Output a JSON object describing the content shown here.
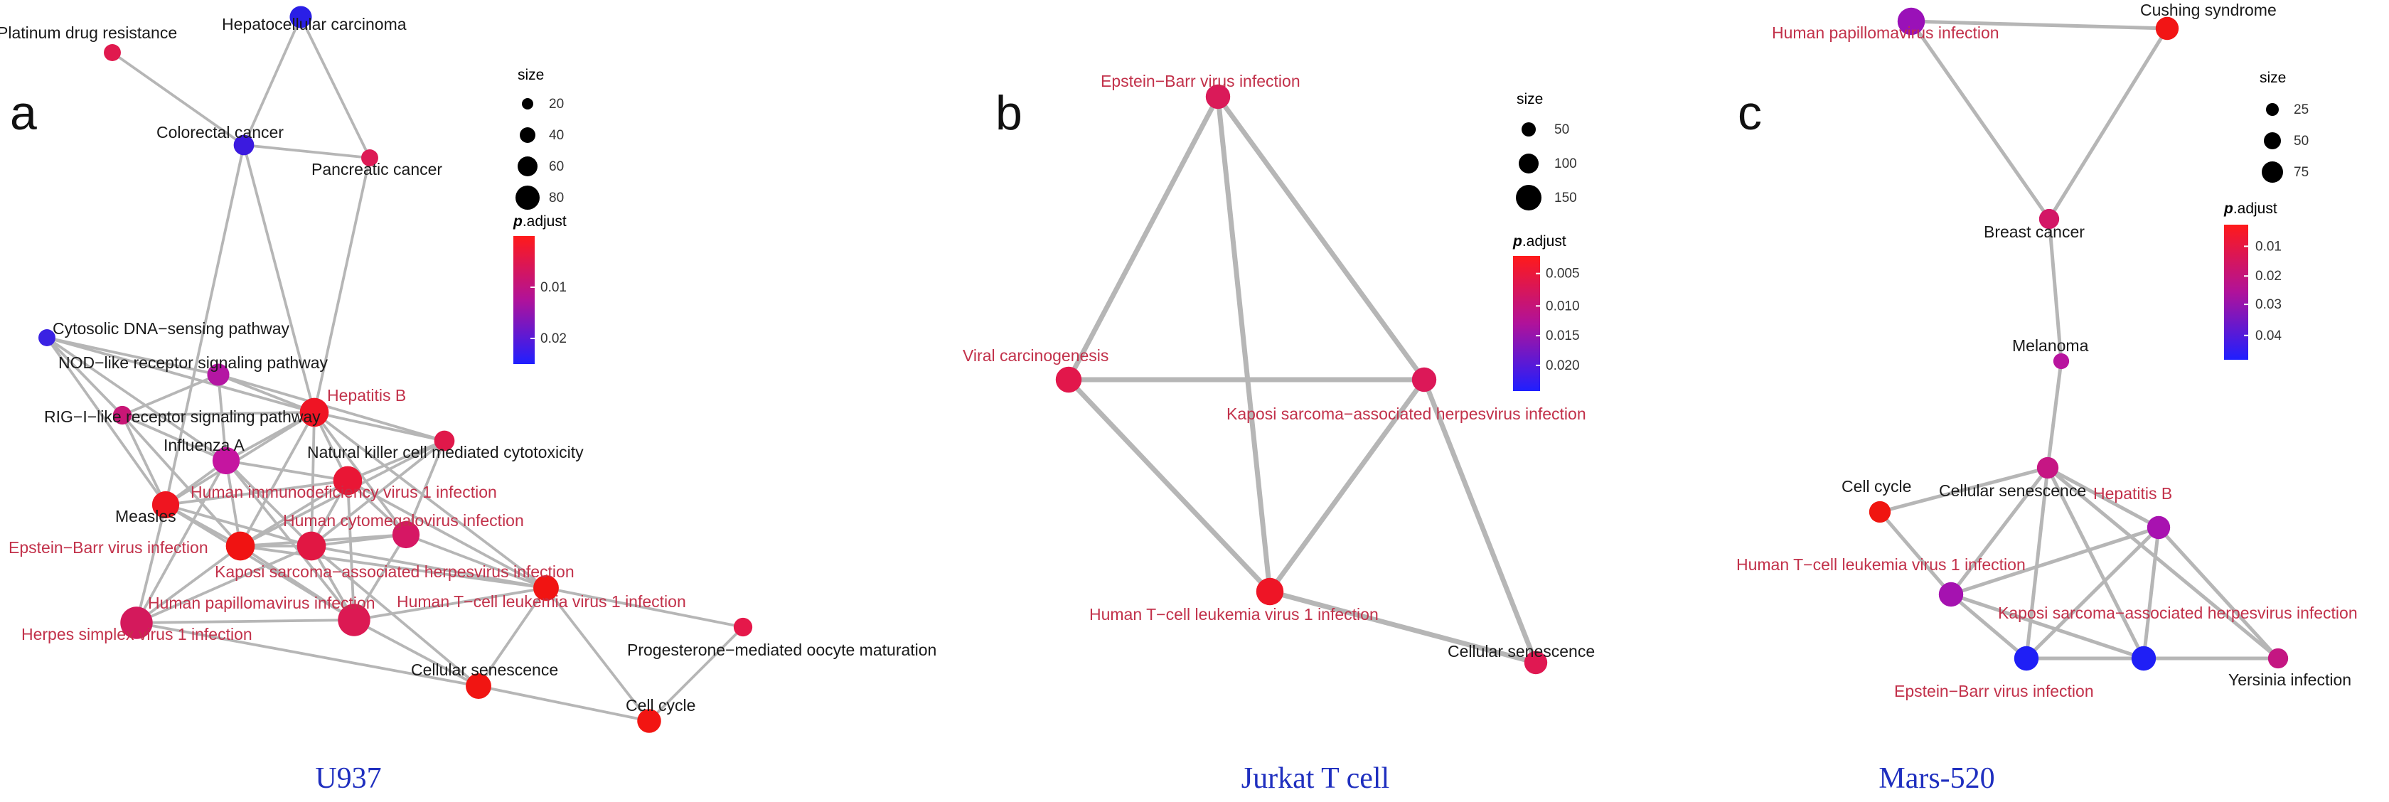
{
  "colors": {
    "edge": "#b6b6b6",
    "label_black": "#1a1a1a",
    "label_red": "#c2314a",
    "caption_blue": "#1f2fbf",
    "scale_low": "#ff1a1a",
    "scale_mid": "#b0129a",
    "scale_high": "#1f1fff"
  },
  "panels": [
    {
      "letter": "a",
      "caption": "U937",
      "legend": {
        "size_title": "size",
        "size_values": [
          "20",
          "40",
          "60",
          "80"
        ],
        "color_title_bold": "p",
        "color_title_rest": ".adjust",
        "color_ticks": [
          "0.01",
          "0.02"
        ]
      },
      "nodes": [
        {
          "id": "platinum",
          "label": "Platinum drug resistance",
          "color": "#e0194e",
          "size": 20
        },
        {
          "id": "hcc",
          "label": "Hepatocellular carcinoma",
          "color": "#2a1fe6",
          "size": 26
        },
        {
          "id": "colorectal",
          "label": "Colorectal cancer",
          "color": "#3b1adf",
          "size": 24
        },
        {
          "id": "pancreatic",
          "label": "Pancreatic cancer",
          "color": "#dd1a55",
          "size": 20
        },
        {
          "id": "cytosolic",
          "label": "Cytosolic DNA−sensing pathway",
          "color": "#3a22e3",
          "size": 20
        },
        {
          "id": "nod",
          "label": "NOD−like receptor signaling pathway",
          "color": "#b416a3",
          "size": 26
        },
        {
          "id": "rigi",
          "label": "RIG−I−like receptor signaling pathway",
          "color": "#c81676",
          "size": 22
        },
        {
          "id": "hepb",
          "label": "Hepatitis B",
          "color": "#ef1424",
          "size": 34
        },
        {
          "id": "influenza",
          "label": "Influenza A",
          "color": "#c515a0",
          "size": 32
        },
        {
          "id": "nk",
          "label": "Natural killer cell mediated cytotoxicity",
          "color": "#e0184a",
          "size": 24
        },
        {
          "id": "hiv",
          "label": "Human immunodeficiency virus 1 infection",
          "color": "#e91635",
          "size": 34
        },
        {
          "id": "measles",
          "label": "Measles",
          "color": "#ef1520",
          "size": 32
        },
        {
          "id": "hcmv",
          "label": "Human cytomegalovirus infection",
          "color": "#d61764",
          "size": 32
        },
        {
          "id": "ebv",
          "label": "Epstein−Barr virus infection",
          "color": "#f01312",
          "size": 34
        },
        {
          "id": "kshv",
          "label": "Kaposi sarcoma−associated herpesvirus infection",
          "color": "#e11743",
          "size": 34
        },
        {
          "id": "htlv",
          "label": "Human T−cell leukemia virus 1 infection",
          "color": "#f11412",
          "size": 30
        },
        {
          "id": "hpv",
          "label": "Human papillomavirus infection",
          "color": "#dc1953",
          "size": 38
        },
        {
          "id": "hsv",
          "label": "Herpes simplex virus 1 infection",
          "color": "#d4195c",
          "size": 38
        },
        {
          "id": "progesterone",
          "label": "Progesterone−mediated oocyte maturation",
          "color": "#e5184a",
          "size": 22
        },
        {
          "id": "senescence",
          "label": "Cellular senescence",
          "color": "#f11512",
          "size": 30
        },
        {
          "id": "cellcycle",
          "label": "Cell cycle",
          "color": "#f21512",
          "size": 28
        }
      ],
      "edges": [
        [
          "platinum",
          "colorectal"
        ],
        [
          "hcc",
          "colorectal"
        ],
        [
          "hcc",
          "pancreatic"
        ],
        [
          "colorectal",
          "pancreatic"
        ],
        [
          "colorectal",
          "hepb"
        ],
        [
          "pancreatic",
          "hepb"
        ],
        [
          "colorectal",
          "measles"
        ],
        [
          "cytosolic",
          "nod"
        ],
        [
          "cytosolic",
          "rigi"
        ],
        [
          "cytosolic",
          "influenza"
        ],
        [
          "cytosolic",
          "hepb"
        ],
        [
          "cytosolic",
          "measles"
        ],
        [
          "nod",
          "hepb"
        ],
        [
          "nod",
          "influenza"
        ],
        [
          "nod",
          "rigi"
        ],
        [
          "nod",
          "nk"
        ],
        [
          "rigi",
          "influenza"
        ],
        [
          "rigi",
          "hepb"
        ],
        [
          "rigi",
          "measles"
        ],
        [
          "rigi",
          "ebv"
        ],
        [
          "hepb",
          "influenza"
        ],
        [
          "hepb",
          "hiv"
        ],
        [
          "hepb",
          "ebv"
        ],
        [
          "hepb",
          "kshv"
        ],
        [
          "hepb",
          "hcmv"
        ],
        [
          "hepb",
          "htlv"
        ],
        [
          "hepb",
          "nk"
        ],
        [
          "hepb",
          "measles"
        ],
        [
          "influenza",
          "measles"
        ],
        [
          "influenza",
          "hiv"
        ],
        [
          "influenza",
          "ebv"
        ],
        [
          "influenza",
          "kshv"
        ],
        [
          "influenza",
          "hpv"
        ],
        [
          "influenza",
          "hsv"
        ],
        [
          "nk",
          "hiv"
        ],
        [
          "nk",
          "hcmv"
        ],
        [
          "nk",
          "kshv"
        ],
        [
          "nk",
          "ebv"
        ],
        [
          "hiv",
          "measles"
        ],
        [
          "hiv",
          "ebv"
        ],
        [
          "hiv",
          "kshv"
        ],
        [
          "hiv",
          "hcmv"
        ],
        [
          "hiv",
          "htlv"
        ],
        [
          "hiv",
          "hpv"
        ],
        [
          "measles",
          "ebv"
        ],
        [
          "measles",
          "hsv"
        ],
        [
          "measles",
          "kshv"
        ],
        [
          "measles",
          "hpv"
        ],
        [
          "ebv",
          "kshv"
        ],
        [
          "ebv",
          "hcmv"
        ],
        [
          "ebv",
          "hpv"
        ],
        [
          "ebv",
          "hsv"
        ],
        [
          "ebv",
          "htlv"
        ],
        [
          "kshv",
          "hcmv"
        ],
        [
          "kshv",
          "hpv"
        ],
        [
          "kshv",
          "htlv"
        ],
        [
          "kshv",
          "senescence"
        ],
        [
          "kshv",
          "hsv"
        ],
        [
          "hcmv",
          "htlv"
        ],
        [
          "hcmv",
          "hpv"
        ],
        [
          "htlv",
          "hpv"
        ],
        [
          "htlv",
          "progesterone"
        ],
        [
          "htlv",
          "cellcycle"
        ],
        [
          "htlv",
          "senescence"
        ],
        [
          "hpv",
          "hsv"
        ],
        [
          "hpv",
          "senescence"
        ],
        [
          "hsv",
          "senescence"
        ],
        [
          "senescence",
          "cellcycle"
        ],
        [
          "cellcycle",
          "progesterone"
        ]
      ]
    },
    {
      "letter": "b",
      "caption": "Jurkat T cell",
      "legend": {
        "size_title": "size",
        "size_values": [
          "50",
          "100",
          "150"
        ],
        "color_title_bold": "p",
        "color_title_rest": ".adjust",
        "color_ticks": [
          "0.005",
          "0.010",
          "0.015",
          "0.020"
        ]
      },
      "nodes": [
        {
          "id": "ebv",
          "label": "Epstein−Barr virus infection",
          "color": "#da1a59",
          "size": 34
        },
        {
          "id": "viral",
          "label": "Viral carcinogenesis",
          "color": "#e2174b",
          "size": 36
        },
        {
          "id": "kshv",
          "label": "Kaposi sarcoma−associated herpesvirus infection",
          "color": "#dc1858",
          "size": 34
        },
        {
          "id": "htlv",
          "label": "Human T−cell leukemia virus 1 infection",
          "color": "#ee1526",
          "size": 38
        },
        {
          "id": "senescence",
          "label": "Cellular senescence",
          "color": "#e01852",
          "size": 32
        }
      ],
      "edges": [
        [
          "ebv",
          "viral"
        ],
        [
          "ebv",
          "kshv"
        ],
        [
          "ebv",
          "htlv"
        ],
        [
          "viral",
          "kshv"
        ],
        [
          "viral",
          "htlv"
        ],
        [
          "kshv",
          "htlv"
        ],
        [
          "kshv",
          "senescence"
        ],
        [
          "htlv",
          "senescence"
        ]
      ]
    },
    {
      "letter": "c",
      "caption": "Mars-520",
      "legend": {
        "size_title": "size",
        "size_values": [
          "25",
          "50",
          "75"
        ],
        "color_title_bold": "p",
        "color_title_rest": ".adjust",
        "color_ticks": [
          "0.01",
          "0.02",
          "0.03",
          "0.04"
        ]
      },
      "nodes": [
        {
          "id": "hpv",
          "label": "Human papillomavirus infection",
          "color": "#9a11b8",
          "size": 38
        },
        {
          "id": "cushing",
          "label": "Cushing syndrome",
          "color": "#f21515",
          "size": 32
        },
        {
          "id": "breast",
          "label": "Breast cancer",
          "color": "#d31766",
          "size": 28
        },
        {
          "id": "melanoma",
          "label": "Melanoma",
          "color": "#b8149e",
          "size": 22
        },
        {
          "id": "senescence",
          "label": "Cellular senescence",
          "color": "#c61684",
          "size": 30
        },
        {
          "id": "cellcycle",
          "label": "Cell cycle",
          "color": "#f01510",
          "size": 30
        },
        {
          "id": "hepb",
          "label": "Hepatitis B",
          "color": "#a812b0",
          "size": 32
        },
        {
          "id": "htlv",
          "label": "Human T−cell leukemia virus 1 infection",
          "color": "#a512b0",
          "size": 34
        },
        {
          "id": "kshv",
          "label": "Kaposi sarcoma−associated herpesvirus infection",
          "color": "#1f1ff6",
          "size": 34
        },
        {
          "id": "ebv",
          "label": "Epstein−Barr virus infection",
          "color": "#1f1ff6",
          "size": 34
        },
        {
          "id": "yersinia",
          "label": "Yersinia infection",
          "color": "#c41682",
          "size": 28
        }
      ],
      "edges": [
        [
          "hpv",
          "cushing"
        ],
        [
          "hpv",
          "breast"
        ],
        [
          "cushing",
          "breast"
        ],
        [
          "breast",
          "melanoma"
        ],
        [
          "melanoma",
          "senescence"
        ],
        [
          "senescence",
          "cellcycle"
        ],
        [
          "senescence",
          "hepb"
        ],
        [
          "senescence",
          "htlv"
        ],
        [
          "senescence",
          "kshv"
        ],
        [
          "senescence",
          "ebv"
        ],
        [
          "senescence",
          "yersinia"
        ],
        [
          "cellcycle",
          "htlv"
        ],
        [
          "hepb",
          "htlv"
        ],
        [
          "hepb",
          "kshv"
        ],
        [
          "hepb",
          "ebv"
        ],
        [
          "hepb",
          "yersinia"
        ],
        [
          "htlv",
          "ebv"
        ],
        [
          "htlv",
          "kshv"
        ],
        [
          "ebv",
          "kshv"
        ],
        [
          "kshv",
          "yersinia"
        ]
      ]
    }
  ]
}
